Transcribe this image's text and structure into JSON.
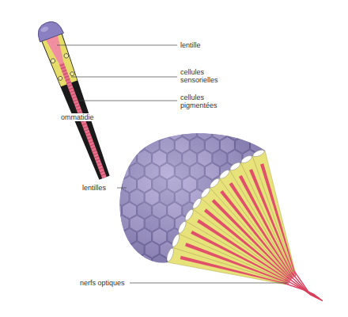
{
  "diagram": {
    "labels": [
      "lentille",
      "cellules sensorielles",
      "cellules pigmentées",
      "ommatidie",
      "lentilles",
      "nerfs optiques"
    ]
  }
}
